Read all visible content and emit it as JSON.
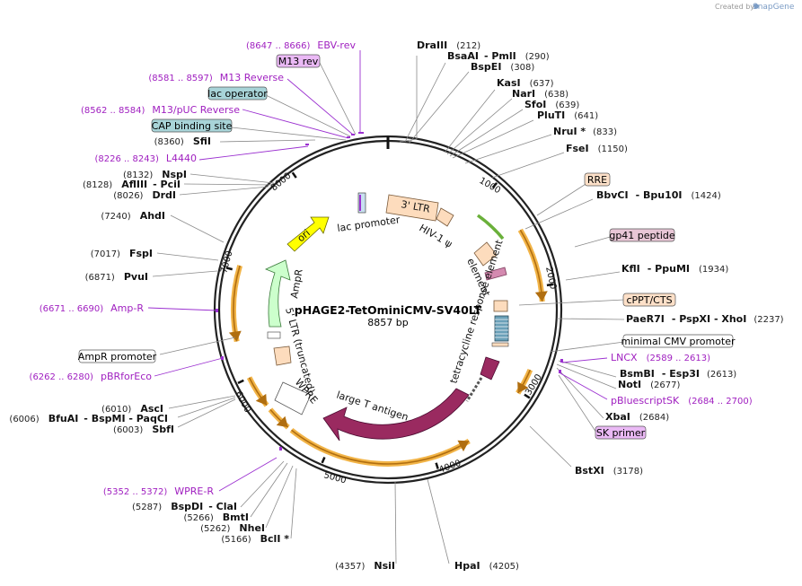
{
  "credit": {
    "text": "Created by",
    "brand": "SnapGene"
  },
  "plasmid": {
    "name": "pHAGE2-TetOminiCMV-SV40LT",
    "length": "8857 bp"
  },
  "enzymes": [
    {
      "name": "DraIII",
      "pos": "(212)"
    },
    {
      "name": "BsaAI",
      "name2": "- PmlI",
      "pos": "(290)"
    },
    {
      "name": "BspEI",
      "pos": "(308)"
    },
    {
      "name": "KasI",
      "pos": "(637)"
    },
    {
      "name": "NarI",
      "pos": "(638)"
    },
    {
      "name": "SfoI",
      "pos": "(639)"
    },
    {
      "name": "PluTI",
      "pos": "(641)"
    },
    {
      "name": "NruI *",
      "pos": "(833)"
    },
    {
      "name": "FseI",
      "pos": "(1150)"
    },
    {
      "name": "BbvCI",
      "name2": "- Bpu10I",
      "pos": "(1424)"
    },
    {
      "name": "KflI",
      "name2": "- PpuMI",
      "pos": "(1934)"
    },
    {
      "name": "PaeR7I",
      "name2": "- PspXI - XhoI",
      "pos": "(2237)"
    },
    {
      "name": "BsmBI",
      "name2": "- Esp3I",
      "pos": "(2613)"
    },
    {
      "name": "NotI",
      "pos": "(2677)"
    },
    {
      "name": "XbaI",
      "pos": "(2684)"
    },
    {
      "name": "BstXI",
      "pos": "(3178)"
    },
    {
      "name": "HpaI",
      "pos": "(4205)"
    },
    {
      "name": "NsiI",
      "pos": "(4357)"
    },
    {
      "name": "BclI *",
      "pos": "(5166)"
    },
    {
      "name": "NheI",
      "pos": "(5262)"
    },
    {
      "name": "BmtI",
      "pos": "(5266)"
    },
    {
      "name": "BspDI",
      "name2": "- ClaI",
      "pos": "(5287)"
    },
    {
      "name": "SbfI",
      "pos": "(6003)"
    },
    {
      "name": "BfuAI",
      "name2": "- BspMI - PaqCI",
      "pos": "(6006)"
    },
    {
      "name": "AscI",
      "pos": "(6010)"
    },
    {
      "name": "PvuI",
      "pos": "(6871)"
    },
    {
      "name": "FspI",
      "pos": "(7017)"
    },
    {
      "name": "AhdI",
      "pos": "(7240)"
    },
    {
      "name": "DrdI",
      "pos": "(8026)"
    },
    {
      "name": "AflIII",
      "name2": "- PciI",
      "pos": "(8128)"
    },
    {
      "name": "NspI",
      "pos": "(8132)"
    },
    {
      "name": "SfiI",
      "pos": "(8360)"
    }
  ],
  "primers": [
    {
      "name": "EBV-rev",
      "pos": "(8647 .. 8666)"
    },
    {
      "name": "M13 Reverse",
      "pos": "(8581 .. 8597)"
    },
    {
      "name": "M13/pUC Reverse",
      "pos": "(8562 .. 8584)"
    },
    {
      "name": "L4440",
      "pos": "(8226 .. 8243)"
    },
    {
      "name": "Amp-R",
      "pos": "(6671 .. 6690)"
    },
    {
      "name": "pBRforEco",
      "pos": "(6262 .. 6280)"
    },
    {
      "name": "WPRE-R",
      "pos": "(5352 .. 5372)"
    },
    {
      "name": "LNCX",
      "pos": "(2589 .. 2613)"
    },
    {
      "name": "pBluescriptSK",
      "pos": "(2684 .. 2700)"
    }
  ],
  "boxes": [
    {
      "label": "M13 rev"
    },
    {
      "label": "lac operator"
    },
    {
      "label": "CAP binding site"
    },
    {
      "label": "RRE"
    },
    {
      "label": "gp41 peptide"
    },
    {
      "label": "cPPT/CTS"
    },
    {
      "label": "minimal CMV promoter"
    },
    {
      "label": "SK primer"
    },
    {
      "label": "AmpR promoter"
    }
  ],
  "features": [
    {
      "label": "lac promoter"
    },
    {
      "label": "3' LTR"
    },
    {
      "label": "HIV-1 ψ"
    },
    {
      "label": "ori"
    },
    {
      "label": "AmpR"
    },
    {
      "label": "5' LTR (truncated)"
    },
    {
      "label": "WPRE"
    },
    {
      "label": "large T antigen"
    },
    {
      "label": "tetracycline response element"
    }
  ],
  "ticks": [
    "1000",
    "2000",
    "3000",
    "4000",
    "5000",
    "6000",
    "7000",
    "8000"
  ],
  "colors": {
    "backbone": "#222222",
    "enzyme_line": "#8a8a8a",
    "primer": "#9b30d0",
    "orange_arrow": "#f2b447",
    "orange_border": "#b06e10",
    "ltr": "#fddcbd",
    "ori": "#ffff00",
    "ampr": "#ccffcc",
    "tlarge": "#9a2a60",
    "rre_box": "#fde0c8",
    "gp41_box": "#e8c6d6",
    "cap_box": "#a8d4d8",
    "lacop_box": "#a8d4d8",
    "m13_box": "#eab9f5"
  }
}
